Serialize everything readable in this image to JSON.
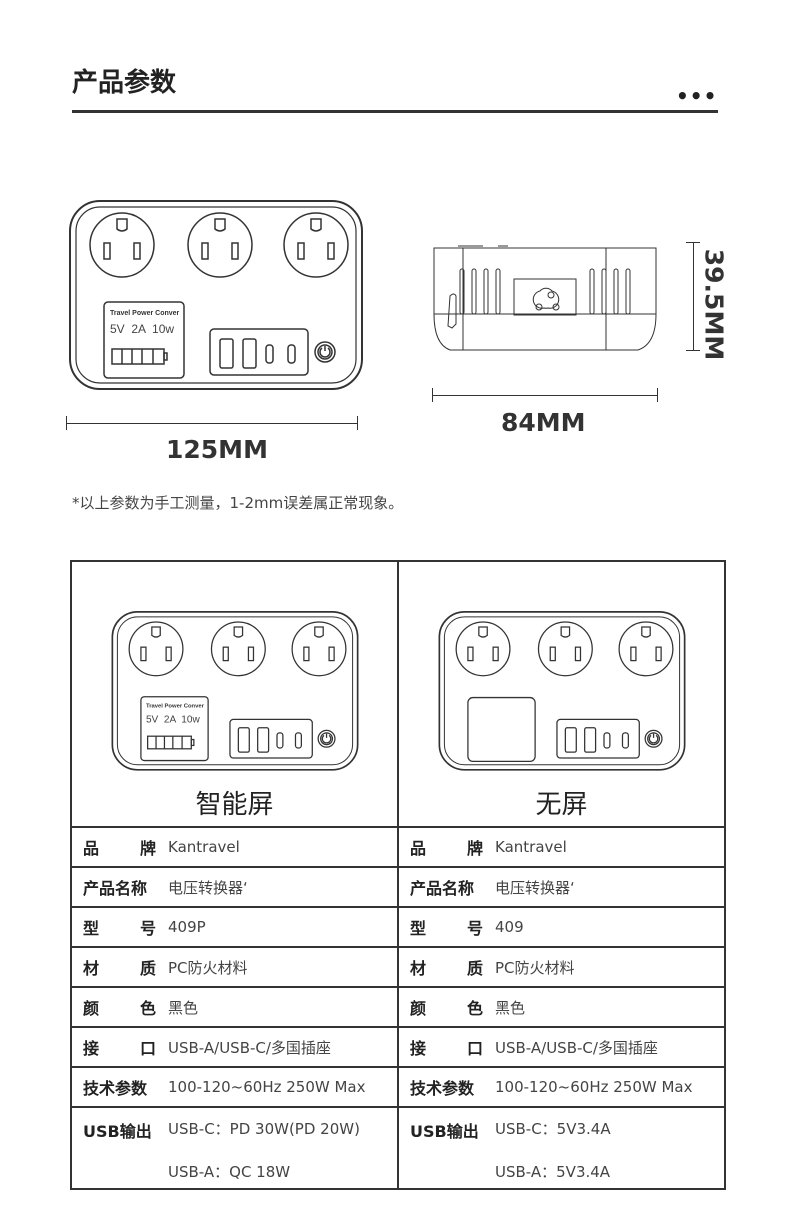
{
  "header": {
    "title": "产品参数",
    "more": "•••"
  },
  "dimensions": {
    "width": "125MM",
    "depth": "84MM",
    "height": "39.5MM"
  },
  "device_display": {
    "line1": "Travel Power Conver",
    "line2": "5V  2A  10w"
  },
  "note": "*以上参数为手工测量，1-2mm误差属正常现象。",
  "variants": [
    {
      "caption": "智能屏",
      "specs": [
        {
          "label": [
            "品",
            "牌"
          ],
          "value": "Kantravel"
        },
        {
          "label": [
            "产品名称"
          ],
          "value": "电压转换器‘"
        },
        {
          "label": [
            "型",
            "号"
          ],
          "value": "409P"
        },
        {
          "label": [
            "材",
            "质"
          ],
          "value": "PC防火材料"
        },
        {
          "label": [
            "颜",
            "色"
          ],
          "value": "黑色"
        },
        {
          "label": [
            "接",
            "口"
          ],
          "value": "USB-A/USB-C/多国插座"
        },
        {
          "label": [
            "技术参数"
          ],
          "value": "100-120~60Hz 250W Max"
        }
      ],
      "usb": {
        "label": "USB输出",
        "values": [
          "USB-C：PD 30W(PD 20W)",
          "USB-A：QC 18W"
        ]
      }
    },
    {
      "caption": "无屏",
      "specs": [
        {
          "label": [
            "品",
            "牌"
          ],
          "value": "Kantravel"
        },
        {
          "label": [
            "产品名称"
          ],
          "value": "电压转换器‘"
        },
        {
          "label": [
            "型",
            "号"
          ],
          "value": "409"
        },
        {
          "label": [
            "材",
            "质"
          ],
          "value": "PC防火材料"
        },
        {
          "label": [
            "颜",
            "色"
          ],
          "value": "黑色"
        },
        {
          "label": [
            "接",
            "口"
          ],
          "value": "USB-A/USB-C/多国插座"
        },
        {
          "label": [
            "技术参数"
          ],
          "value": "100-120~60Hz 250W Max"
        }
      ],
      "usb": {
        "label": "USB输出",
        "values": [
          "USB-C：5V3.4A",
          "USB-A：5V3.4A"
        ]
      }
    }
  ]
}
